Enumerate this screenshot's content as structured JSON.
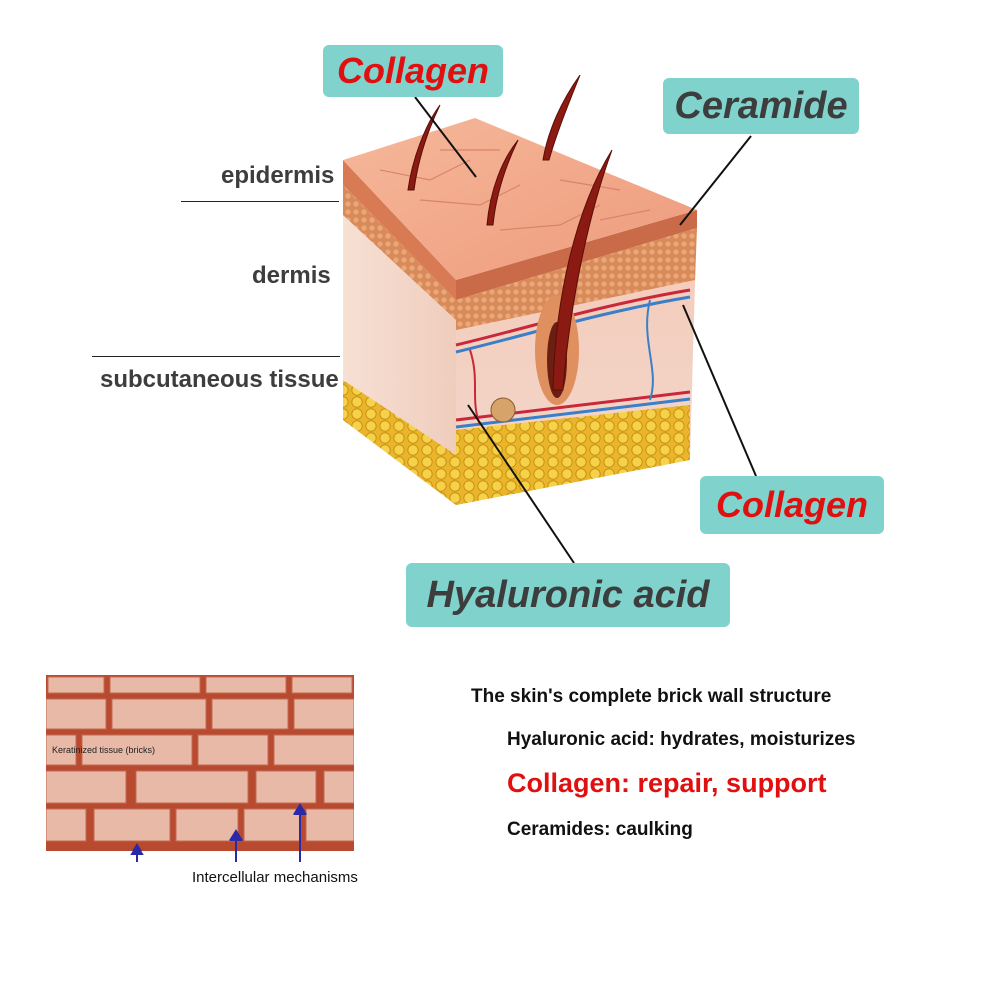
{
  "layers": {
    "epidermis": "epidermis",
    "dermis": "dermis",
    "subcutaneous": "subcutaneous tissue"
  },
  "tags": {
    "collagen_top": "Collagen",
    "ceramide": "Ceramide",
    "collagen_right": "Collagen",
    "hyaluronic": "Hyaluronic acid"
  },
  "brick_panel": {
    "bricks_label": "Keratinized tissue (bricks)",
    "caption": "Intercellular mechanisms"
  },
  "info": {
    "heading": "The skin's complete brick wall structure",
    "hyaluronic": "Hyaluronic acid: hydrates, moisturizes",
    "collagen": "Collagen: repair, support",
    "ceramides": "Ceramides: caulking"
  },
  "colors": {
    "tag_bg": "#7fd3cc",
    "collagen_red": "#e01010",
    "dark_text": "#3d3d3d",
    "arrow_blue": "#2a2aa8"
  }
}
